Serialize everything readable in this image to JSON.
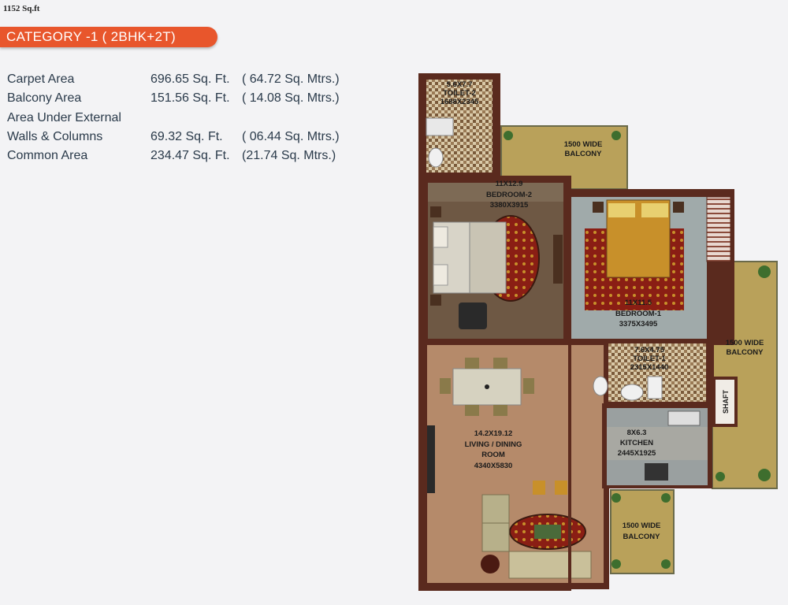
{
  "header": {
    "total_area": "1152 Sq.ft",
    "category": "CATEGORY -1 ( 2BHK+2T)"
  },
  "areas": [
    {
      "label": "Carpet Area",
      "sqft": "696.65 Sq. Ft.",
      "sqm": "( 64.72 Sq. Mtrs.)"
    },
    {
      "label": "Balcony Area",
      "sqft": "151.56 Sq. Ft.",
      "sqm": "( 14.08 Sq. Mtrs.)"
    },
    {
      "label": "Area Under External",
      "sqft": "",
      "sqm": ""
    },
    {
      "label": "Walls & Columns",
      "sqft": "69.32 Sq. Ft.",
      "sqm": "( 06.44 Sq. Mtrs.)"
    },
    {
      "label": "Common Area",
      "sqft": "234.47 Sq. Ft.",
      "sqm": "(21.74 Sq. Mtrs.)"
    }
  ],
  "plan": {
    "toilet2": {
      "dims": "5.6X7.7",
      "name": "TOILET-2",
      "mm": "1688X2345"
    },
    "balcony_top": {
      "line1": "1500 WIDE",
      "line2": "BALCONY"
    },
    "bedroom2": {
      "dims": "11X12.9",
      "name": "BEDROOM-2",
      "mm": "3380X3915"
    },
    "bedroom1": {
      "dims": "11X11.5",
      "name": "BEDROOM-1",
      "mm": "3375X3495"
    },
    "balcony_right": {
      "line1": "1500 WIDE",
      "line2": "BALCONY"
    },
    "toilet1": {
      "dims": "7.6X4.75",
      "name": "TOILET-1",
      "mm": "2315X1440"
    },
    "shaft": "SHAFT",
    "living": {
      "dims": "14.2X19.12",
      "name1": "LIVING / DINING",
      "name2": "ROOM",
      "mm": "4340X5830"
    },
    "kitchen": {
      "dims": "8X6.3",
      "name": "KITCHEN",
      "mm": "2445X1925"
    },
    "balcony_bottom": {
      "line1": "1500 WIDE",
      "line2": "BALCONY"
    }
  },
  "colors": {
    "accent": "#e8562c",
    "wall": "#5a2a1e",
    "balcony": "#b9a15a",
    "bedroom_floor": "#6e5844",
    "living_floor": "#b58a6a",
    "tile": "#8a6a48"
  }
}
